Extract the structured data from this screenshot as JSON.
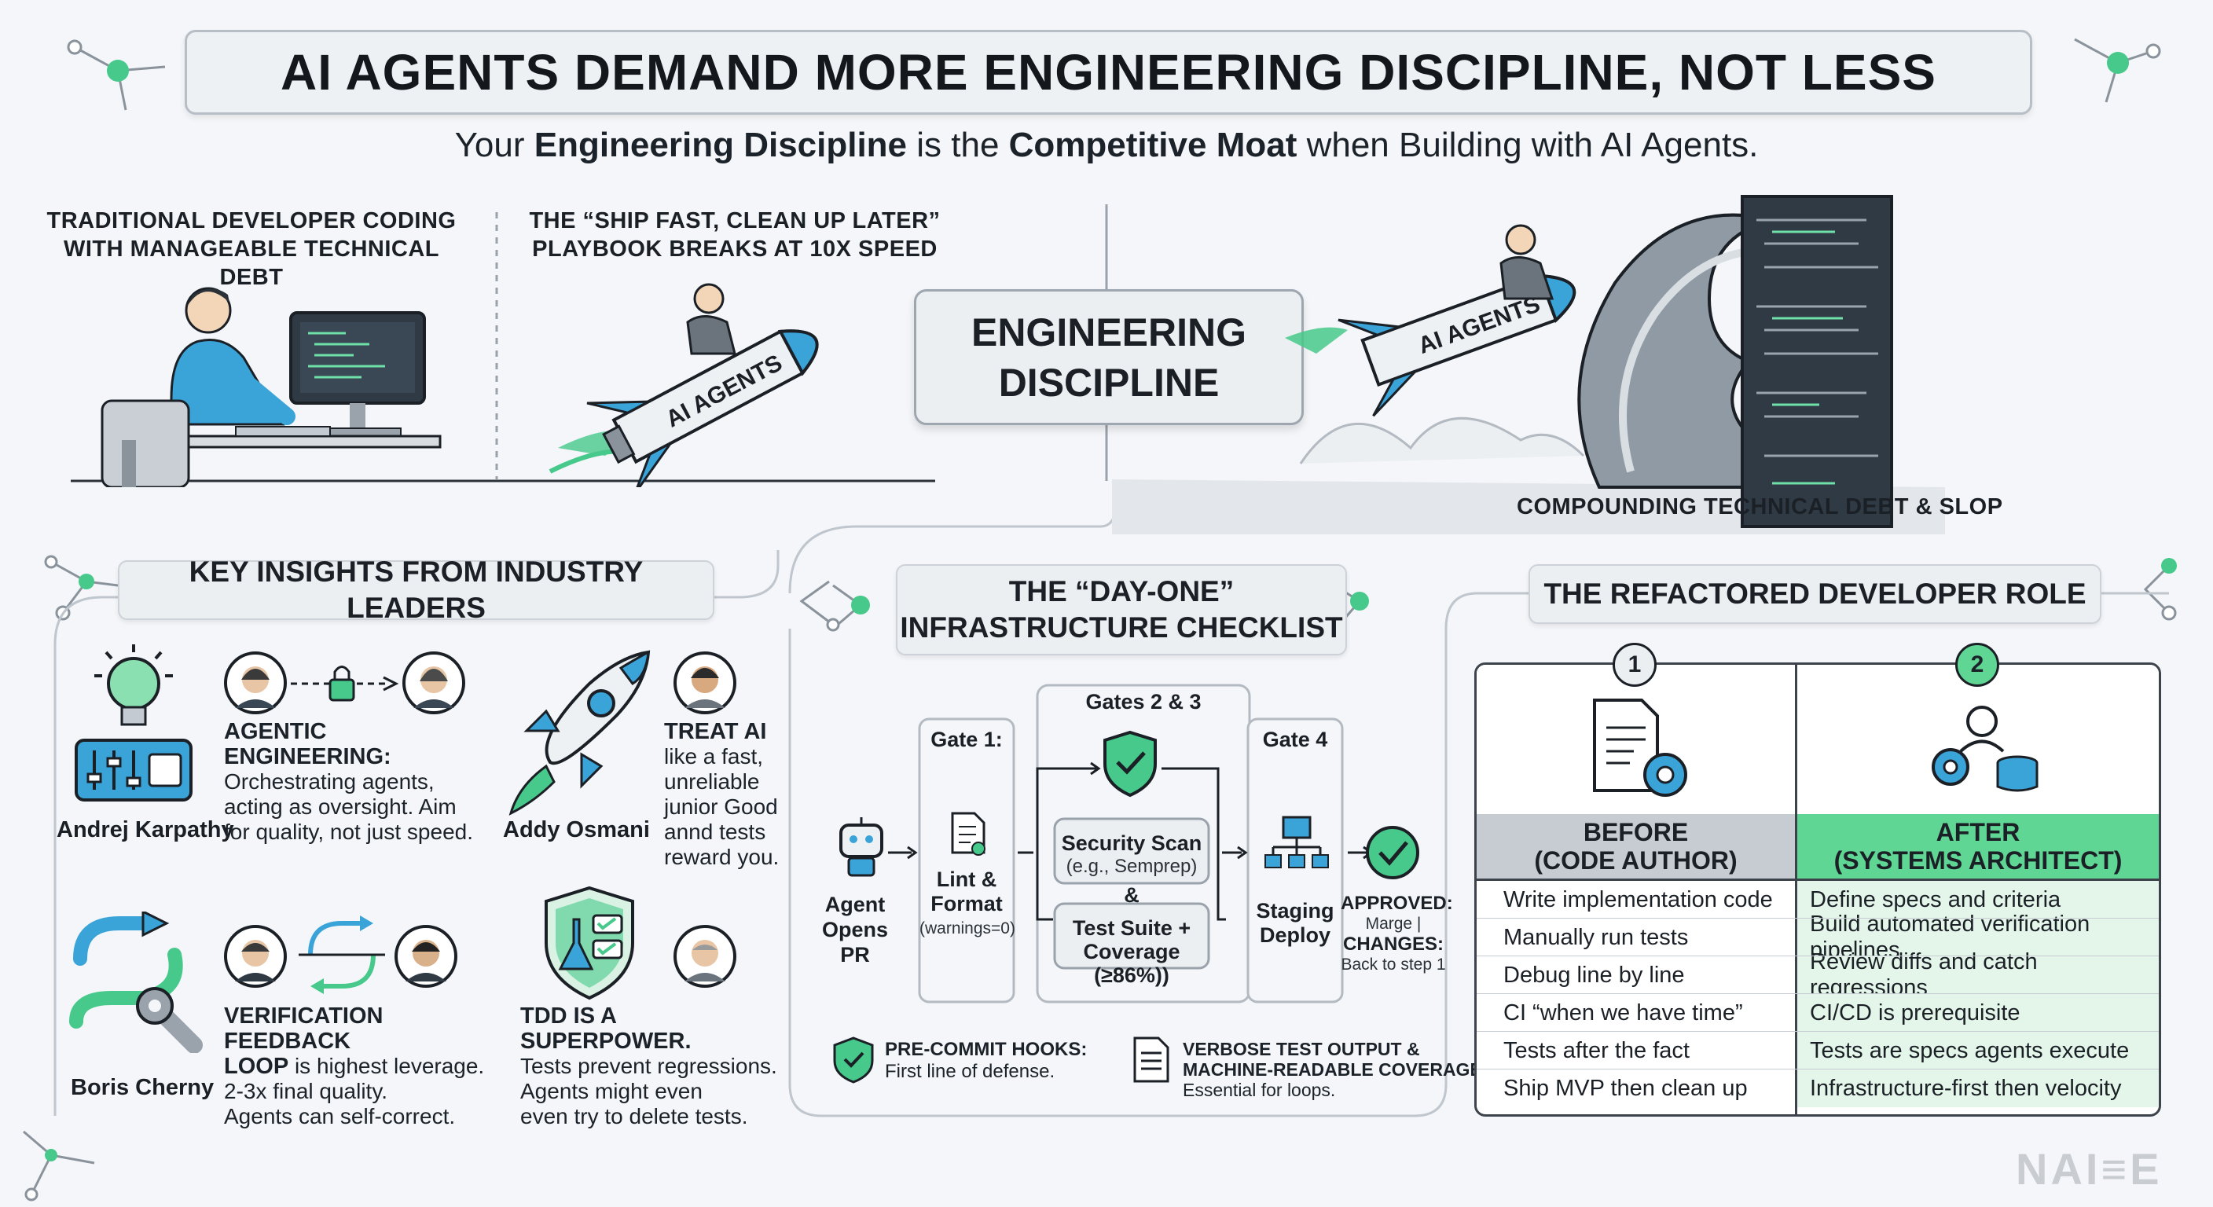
{
  "title": "AI AGENTS DEMAND MORE ENGINEERING DISCIPLINE, NOT LESS",
  "subtitle": {
    "p1": "Your ",
    "b1": "Engineering Discipline",
    "p2": " is the ",
    "b2": "Competitive Moat",
    "p3": " when Building with AI Agents."
  },
  "top": {
    "traditional_caption": [
      "TRADITIONAL DEVELOPER CODING",
      "WITH MANAGEABLE TECHNICAL DEBT"
    ],
    "ship_fast_caption": [
      "THE “SHIP FAST, CLEAN UP LATER”",
      "PLAYBOOK BREAKS AT 10X SPEED"
    ],
    "rocket_label": "AI AGENTS",
    "engineering_box": [
      "ENGINEERING",
      "DISCIPLINE"
    ],
    "debt_caption": "COMPOUNDING TECHNICAL DEBT & SLOP"
  },
  "insights": {
    "header": "KEY INSIGHTS FROM INDUSTRY LEADERS",
    "karpathy": {
      "name": "Andrej Karpathy",
      "title": "AGENTIC ENGINEERING:",
      "lines": [
        "Orchestrating agents,",
        "acting as oversight. Aim",
        "for quality, not just speed."
      ]
    },
    "osmani": {
      "name": "Addy Osmani",
      "title": "TREAT AI",
      "lines": [
        "like a fast,",
        "unreliable",
        "junior Good",
        "annd tests",
        "reward you."
      ]
    },
    "cherny": {
      "name": "Boris Cherny",
      "title": "VERIFICATION FEEDBACK",
      "title2_bold": "LOOP",
      "title2_rest": " is highest leverage.",
      "lines": [
        "2-3x final quality.",
        "Agents can self-correct."
      ]
    },
    "tdd": {
      "title": "TDD IS A SUPERPOWER.",
      "lines": [
        "Tests prevent regressions.",
        "Agents might even",
        "even try to delete tests."
      ]
    }
  },
  "checklist": {
    "header": [
      "THE “DAY-ONE”",
      "INFRASTRUCTURE CHECKLIST"
    ],
    "agent": [
      "Agent",
      "Opens PR"
    ],
    "gate1": {
      "title": "Gate 1:",
      "label": [
        "Lint &",
        "Format"
      ],
      "note": "(warnings=0)"
    },
    "gates23": {
      "title": "Gates 2 & 3",
      "security": [
        "Security Scan",
        "(e.g., Semprep)"
      ],
      "amp": "&",
      "tests": [
        "Test Suite +",
        "Coverage (≥86%))"
      ]
    },
    "gate4": {
      "title": "Gate 4",
      "label": [
        "Staging",
        "Deploy"
      ]
    },
    "approved": {
      "title": "APPROVED:",
      "note": "Marge |",
      "changes": "CHANGES:",
      "back": "Back to step 1"
    },
    "precommit": {
      "title": "PRE-COMMIT HOOKS:",
      "desc": "First line of defense."
    },
    "verbose": {
      "title1": "VERBOSE TEST OUTPUT &",
      "title2": "MACHINE-READABLE COVERAGE:",
      "desc": "Essential for loops."
    }
  },
  "role": {
    "header": "THE REFACTORED DEVELOPER ROLE",
    "num1": "1",
    "num2": "2",
    "before_header": [
      "BEFORE",
      "(CODE AUTHOR)"
    ],
    "after_header": [
      "AFTER",
      "(SYSTEMS ARCHITECT)"
    ],
    "before": [
      "Write implementation code",
      "Manually run tests",
      "Debug line by line",
      "CI “when we have time”",
      "Tests after the fact",
      "Ship MVP then clean up"
    ],
    "after": [
      "Define specs and criteria",
      "Build automated verification pipelines",
      "Review diffs and catch regressions",
      "CI/CD is prerequisite",
      "Tests are specs agents execute",
      "Infrastructure-first then velocity"
    ]
  },
  "watermark": "NAI≡E",
  "colors": {
    "accent_green": "#46c98a",
    "accent_blue": "#3aa3d8",
    "dark": "#1b2026",
    "panel": "#eceff2",
    "after_header_bg": "#5fd694",
    "after_row_bg": "#e4f6ea",
    "before_header_bg": "#c7ccd2"
  }
}
